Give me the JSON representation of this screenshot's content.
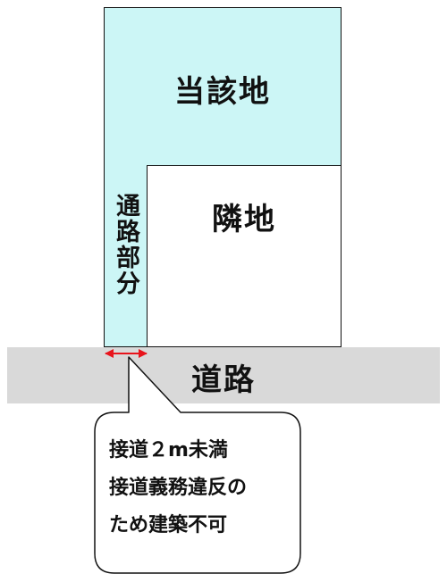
{
  "labels": {
    "subject_land": "当該地",
    "neighbor_land": "隣地",
    "passage_part": "通路部分",
    "road": "道路"
  },
  "callout": {
    "lines": [
      "接道２m未満",
      "接道義務違反の",
      "ため建築不可"
    ]
  },
  "colors": {
    "subject_fill": "#ccf6f6",
    "road_fill": "#d9d9d9",
    "arrow": "#e8141c"
  }
}
